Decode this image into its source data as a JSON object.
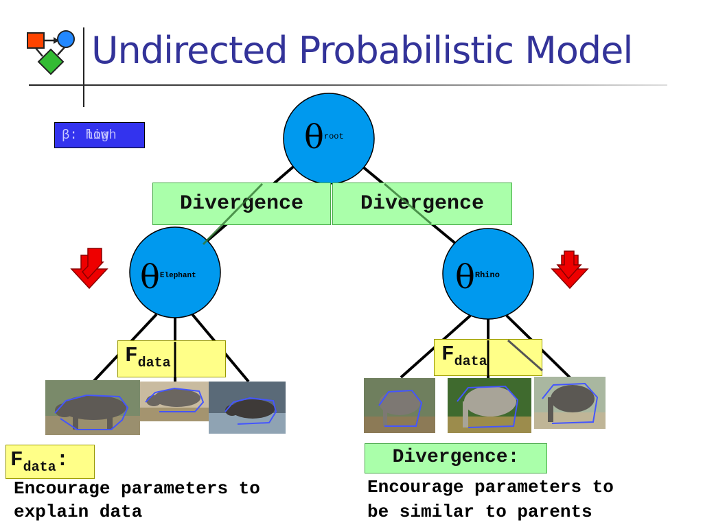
{
  "slide": {
    "title": "Undirected Probabilistic Model",
    "logo_icon": "flowchart-logo-icon"
  },
  "colors": {
    "title": "#333399",
    "node_fill": "#0099ee",
    "divergence_box": "#aaffaa",
    "data_box": "#ffff88",
    "arrow_red": "#ee0000",
    "beta_badge": "#3333ee"
  },
  "beta_badge": {
    "symbol": "β:",
    "value_text": "low",
    "overlap_text": "high"
  },
  "nodes": {
    "root": {
      "symbol": "θ",
      "sup": "root"
    },
    "left": {
      "symbol": "θ",
      "sup": "Elephant"
    },
    "right": {
      "symbol": "θ",
      "sup": "Rhino"
    }
  },
  "edge_labels": {
    "left": "Divergence",
    "right": "Divergence"
  },
  "data_boxes": {
    "left": {
      "main": "F",
      "sub": "data"
    },
    "right": {
      "main": "F",
      "sub": "data"
    }
  },
  "photos": {
    "left": [
      "rhino-photo",
      "rhino-photo",
      "rhino-photo"
    ],
    "right": [
      "elephant-photo",
      "elephant-photo",
      "elephant-photo"
    ]
  },
  "arrows": {
    "left_icon": "red-down-arrow-icon",
    "right_icon": "red-down-arrow-icon"
  },
  "captions": {
    "left": {
      "label_main": "F",
      "label_sub": "data",
      "label_suffix": ":",
      "line1": "Encourage parameters to",
      "line2": "explain data"
    },
    "right": {
      "label": "Divergence:",
      "line1": "Encourage parameters to",
      "line2": "be similar to parents"
    }
  }
}
